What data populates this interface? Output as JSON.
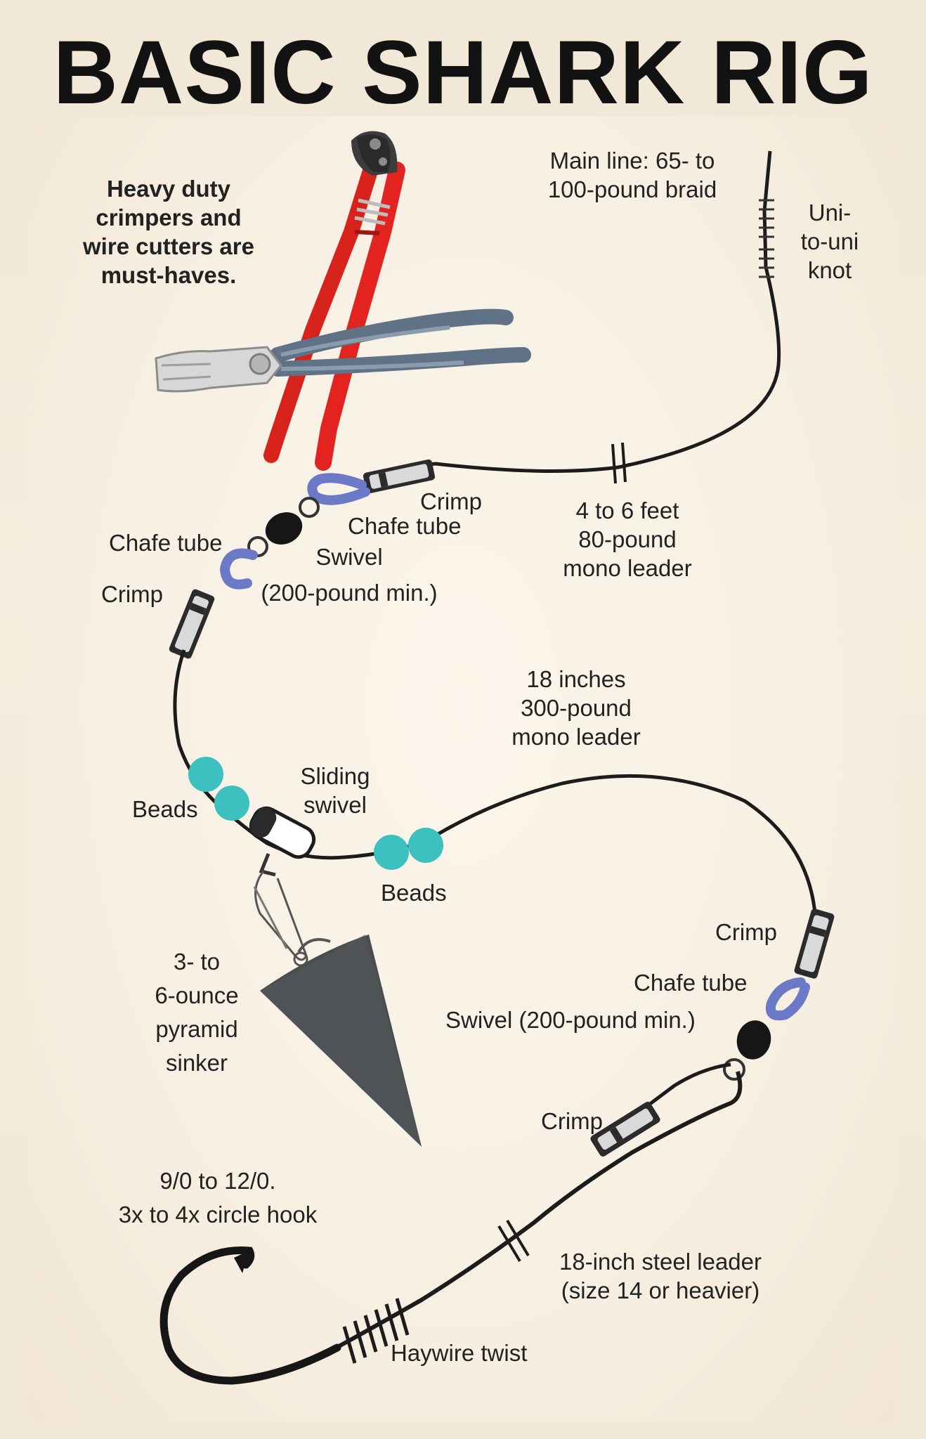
{
  "title": "BASIC SHARK RIG",
  "labels": {
    "tools": [
      "Heavy duty",
      "crimpers and",
      "wire cutters are",
      "must-haves."
    ],
    "main_line": [
      "Main line: 65- to",
      "100-pound braid"
    ],
    "uni_knot": [
      "Uni-",
      "to-uni",
      "knot"
    ],
    "crimp_top": "Crimp",
    "chafe_tube_top": "Chafe tube",
    "mono_leader_80": [
      "4 to 6 feet",
      "80-pound",
      "mono leader"
    ],
    "chafe_tube_left": "Chafe tube",
    "swivel_top": [
      "Swivel",
      "(200-pound min.)"
    ],
    "crimp_left": "Crimp",
    "mono_leader_300": [
      "18 inches",
      "300-pound",
      "mono leader"
    ],
    "beads_left": "Beads",
    "sliding_swivel": [
      "Sliding",
      "swivel"
    ],
    "beads_right": "Beads",
    "crimp_right": "Crimp",
    "chafe_tube_right": "Chafe tube",
    "swivel_right": "Swivel (200-pound min.)",
    "sinker": [
      "3- to",
      "6-ounce",
      "pyramid",
      "sinker"
    ],
    "crimp_bottom": "Crimp",
    "hook": [
      "9/0 to 12/0.",
      "3x to 4x circle hook"
    ],
    "steel_leader": [
      "18-inch steel leader",
      "(size 14 or heavier)"
    ],
    "haywire_twist": "Haywire twist"
  },
  "colors": {
    "background": "#f5ecdd",
    "line": "#1c1c1c",
    "beads": "#3cc1c0",
    "chafe_tube": "#6b79c6",
    "cutter_handles": "#e2231f",
    "plier_handles": "#5f7286",
    "sinker": "#4a4c4e"
  }
}
